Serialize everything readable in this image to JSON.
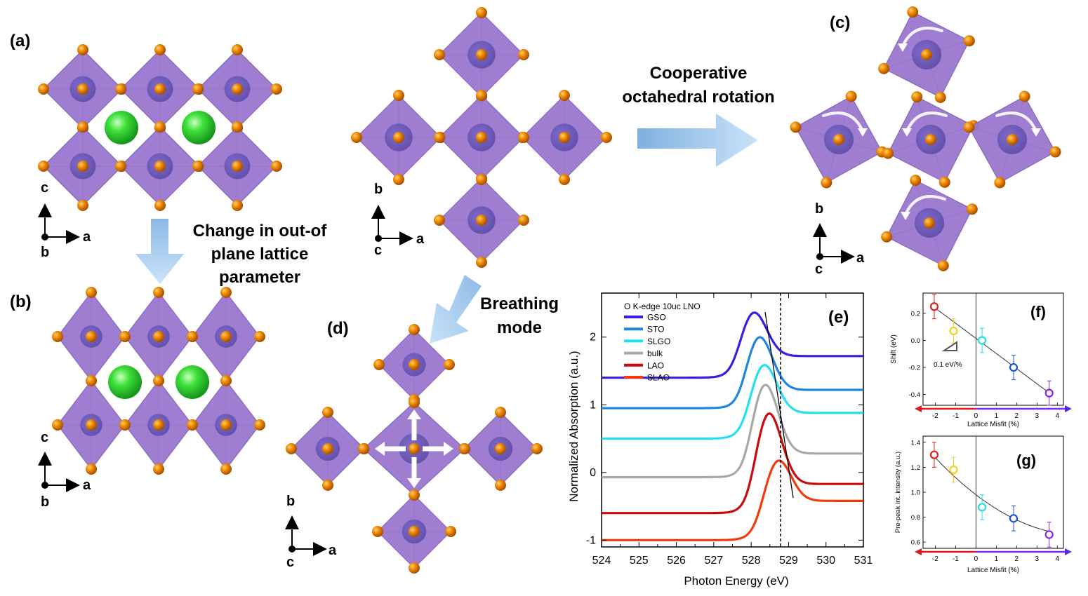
{
  "panel_labels": {
    "a": "(a)",
    "b": "(b)",
    "c": "(c)",
    "d": "(d)",
    "e": "(e)",
    "f": "(f)",
    "g": "(g)"
  },
  "captions": {
    "out_of_plane_line1": "Change in out-of",
    "out_of_plane_line2": "plane lattice",
    "out_of_plane_line3": "parameter",
    "rotation_line1": "Cooperative",
    "rotation_line2": "octahedral rotation",
    "breathing_line1": "Breathing",
    "breathing_line2": "mode"
  },
  "axes_labels": {
    "a": {
      "up": "c",
      "right": "a",
      "dot": "b"
    },
    "b": {
      "up": "c",
      "right": "a",
      "dot": "b"
    },
    "mid": {
      "up": "b",
      "right": "a",
      "dot": "c"
    },
    "c": {
      "up": "b",
      "right": "a",
      "dot": "c"
    },
    "d": {
      "up": "b",
      "right": "a",
      "dot": "c"
    }
  },
  "colors": {
    "octahedron": "#9a78cf",
    "octahedron_edge": "#7f5fb8",
    "nickel": "#6a55b8",
    "oxygen": "#f08a00",
    "a_site": "#2fd12f",
    "arrow": "#a9cff0"
  },
  "chart_e": {
    "legend_title": "O K-edge 10uc LNO",
    "xlabel": "Photon Energy (eV)",
    "ylabel": "Normalized Absorption (a.u.)",
    "x_ticks": [
      "524",
      "525",
      "526",
      "527",
      "528",
      "529",
      "530",
      "531"
    ],
    "y_ticks": [
      "-1",
      "0",
      "1",
      "2"
    ]
  },
  "chart_f": {
    "xlabel": "Lattice Misfit (%)",
    "ylabel": "Shift (eV)",
    "x_ticks": [
      "-2",
      "-1",
      "0",
      "1",
      "2",
      "3",
      "4"
    ],
    "y_ticks": [
      "0.2",
      "0.0",
      "-0.2",
      "-0.4"
    ],
    "annotation": "0.1 eV/%"
  },
  "chart_g": {
    "xlabel": "Lattice Misfit (%)",
    "ylabel": "Pre-peak int. intensity (a.u.)",
    "x_ticks": [
      "-2",
      "-1",
      "0",
      "1",
      "2",
      "3",
      "4"
    ],
    "y_ticks": [
      "1.4",
      "1.2",
      "1.0",
      "0.8",
      "0.6"
    ]
  },
  "chart_data": [
    {
      "type": "line",
      "xlim": [
        524,
        531
      ],
      "ylim": [
        -1.1,
        2.65
      ],
      "series": [
        {
          "name": "GSO",
          "color": "#3a1de0",
          "baseline": 1.4,
          "peak": 2.4,
          "edge": 528.05,
          "tail": 1.72
        },
        {
          "name": "STO",
          "color": "#1f86e0",
          "baseline": 0.95,
          "peak": 2.04,
          "edge": 528.2,
          "tail": 1.22
        },
        {
          "name": "SLGO",
          "color": "#22e0ee",
          "baseline": 0.5,
          "peak": 1.63,
          "edge": 528.32,
          "tail": 0.88
        },
        {
          "name": "bulk",
          "color": "#a8a8a8",
          "baseline": -0.07,
          "peak": 1.35,
          "edge": 528.35,
          "tail": 0.28
        },
        {
          "name": "LAO",
          "color": "#cc0a0a",
          "baseline": -0.6,
          "peak": 0.93,
          "edge": 528.45,
          "tail": -0.17
        },
        {
          "name": "SLAO",
          "color": "#f03a0a",
          "baseline": -1.0,
          "peak": 0.22,
          "edge": 528.7,
          "tail": -0.42
        }
      ]
    },
    {
      "type": "scatter",
      "xlim": [
        -2.6,
        4.3
      ],
      "ylim": [
        -0.48,
        0.35
      ],
      "x": [
        -2.05,
        -1.1,
        0.3,
        1.85,
        3.6
      ],
      "y": [
        0.25,
        0.07,
        0.0,
        -0.2,
        -0.39
      ],
      "err": [
        0.09,
        0.09,
        0.09,
        0.09,
        0.09
      ],
      "colors": [
        "#e0201a",
        "#f2d21a",
        "#22dce8",
        "#1f50d8",
        "#8a22e0"
      ]
    },
    {
      "type": "scatter",
      "xlim": [
        -2.6,
        4.3
      ],
      "ylim": [
        0.55,
        1.45
      ],
      "x": [
        -2.05,
        -1.1,
        0.3,
        1.85,
        3.6
      ],
      "y": [
        1.3,
        1.18,
        0.88,
        0.79,
        0.66
      ],
      "err": [
        0.1,
        0.1,
        0.1,
        0.1,
        0.1
      ],
      "colors": [
        "#e0201a",
        "#f2d21a",
        "#22dce8",
        "#1f50d8",
        "#8a22e0"
      ]
    }
  ]
}
